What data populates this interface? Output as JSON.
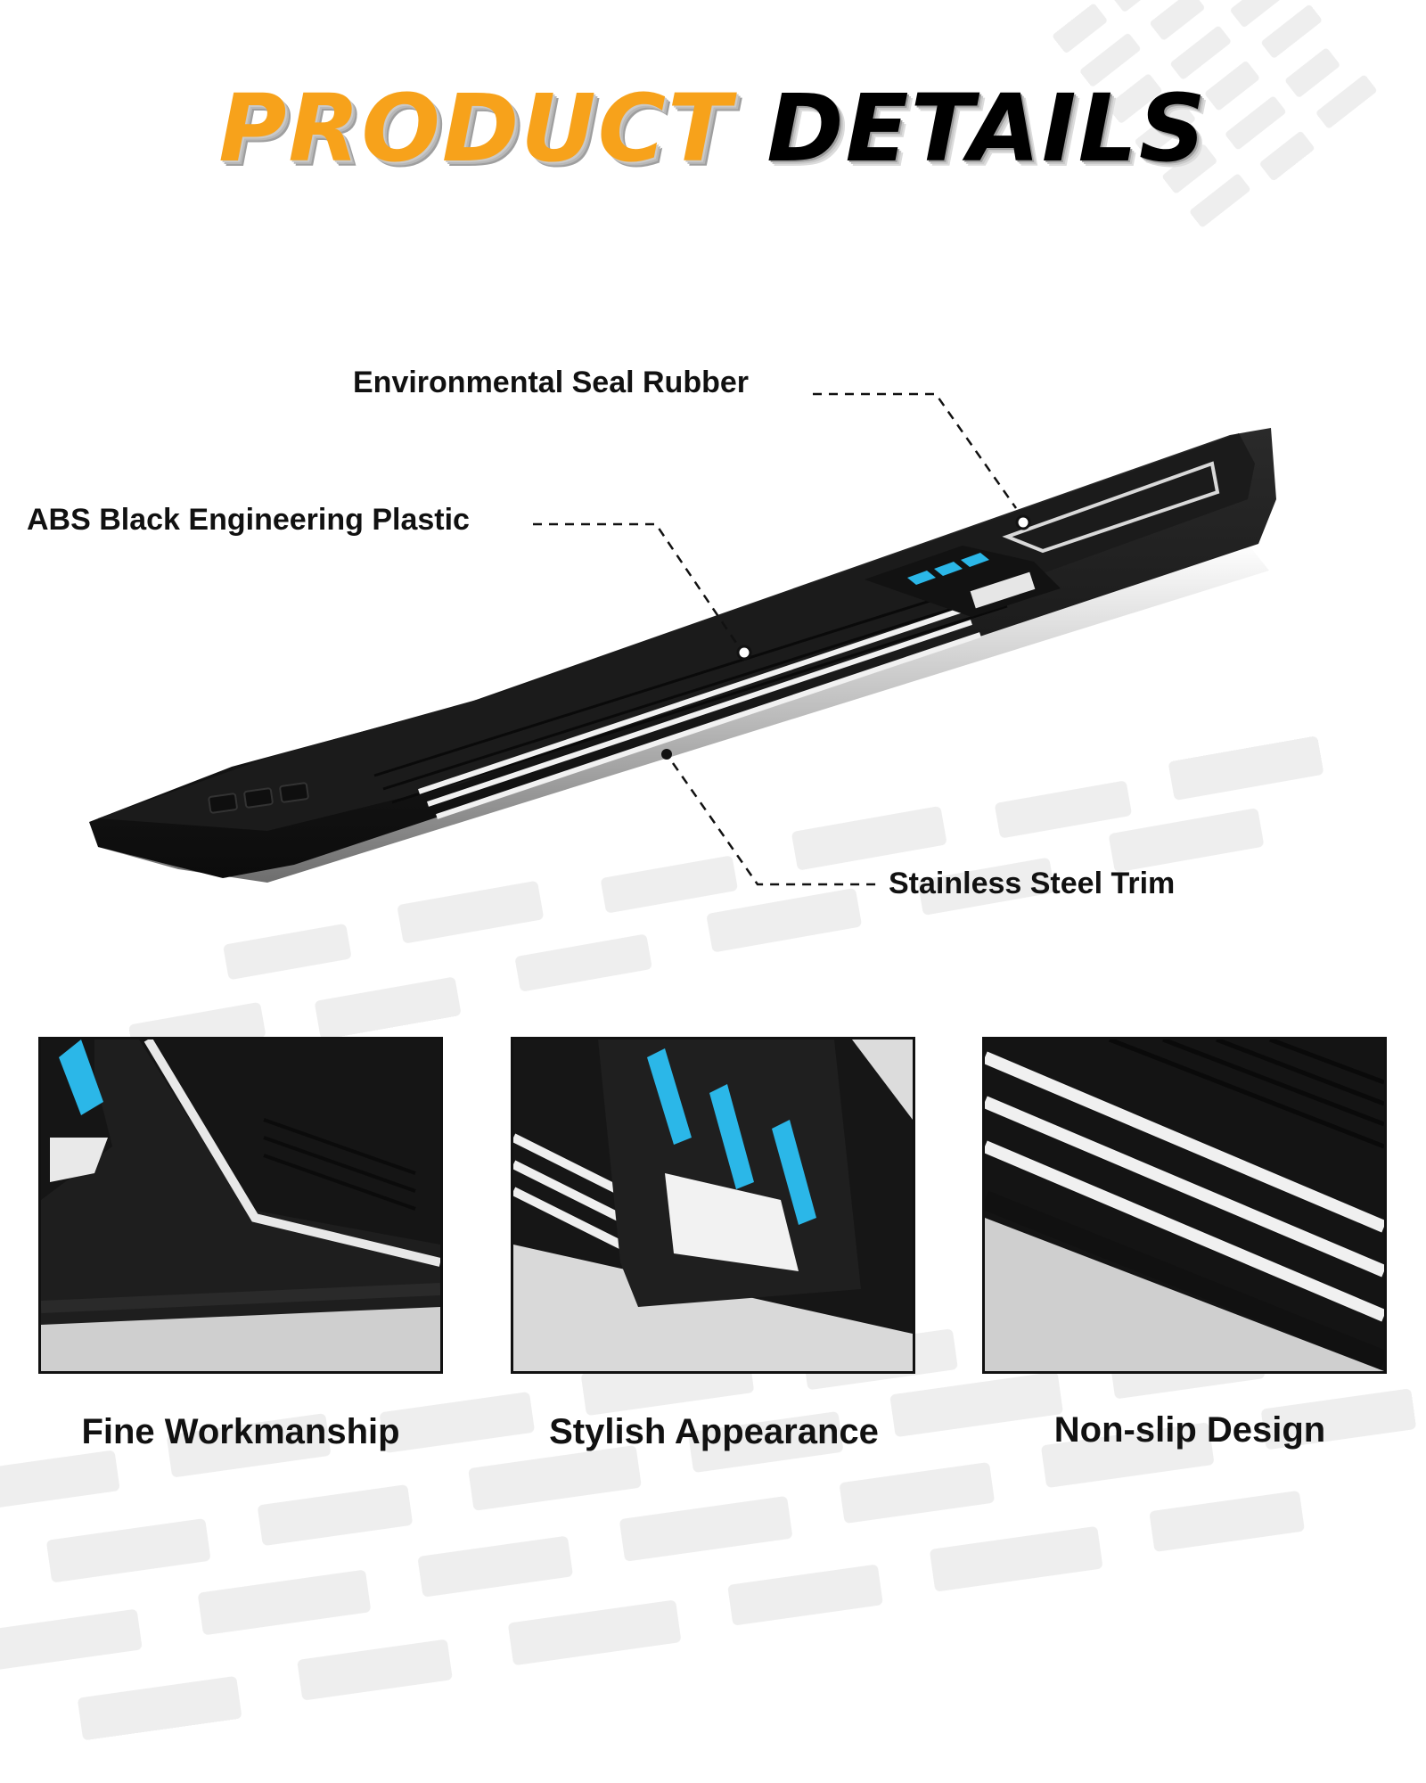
{
  "header": {
    "title_highlight": "PRODUCT",
    "title_rest": "DETAILS"
  },
  "callouts": {
    "seal": "Environmental Seal Rubber",
    "abs": "ABS Black Engineering Plastic",
    "trim": "Stainless Steel Trim"
  },
  "features": [
    {
      "label": "Fine Workmanship"
    },
    {
      "label": "Stylish Appearance"
    },
    {
      "label": "Non-slip Design"
    }
  ],
  "colors": {
    "title_orange": "#f7a21b",
    "accent_blue": "#2bb7e8",
    "board_black": "#141414",
    "tire_track_gray": "#e6e6e6"
  }
}
